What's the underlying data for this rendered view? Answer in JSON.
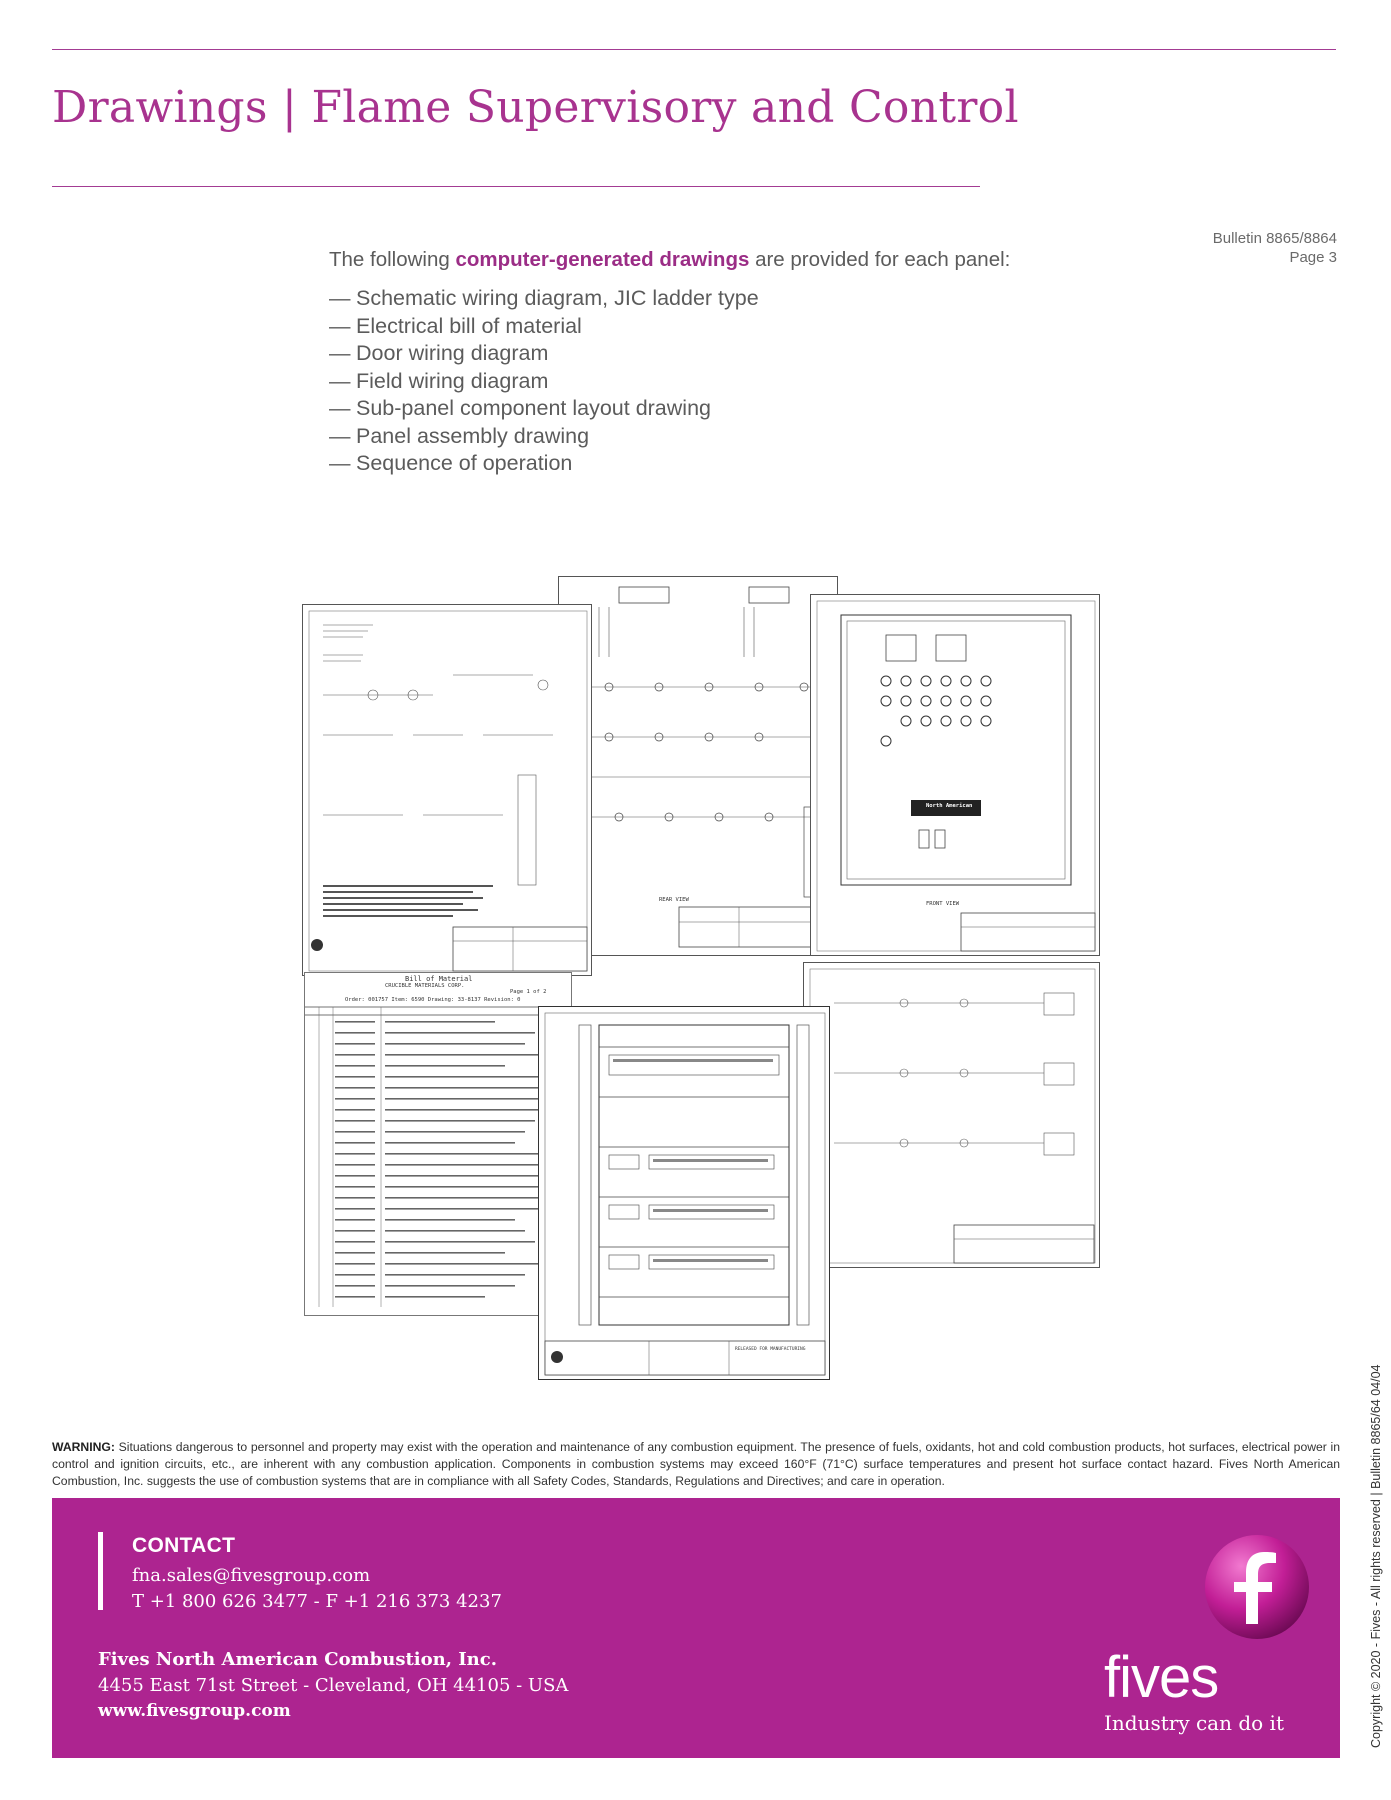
{
  "header": {
    "title": "Drawings | Flame Supervisory and Control",
    "bulletin": "Bulletin 8865/8864",
    "page": "Page 3"
  },
  "intro": {
    "before": "The following ",
    "highlight": "computer-generated drawings",
    "after": " are provided for each panel:"
  },
  "list_marker": "—",
  "list": [
    "Schematic wiring diagram, JIC ladder type",
    "Electrical bill of material",
    "Door wiring diagram",
    "Field wiring diagram",
    "Sub-panel component layout drawing",
    "Panel assembly drawing",
    "Sequence of operation"
  ],
  "drawings_labels": {
    "bom_title": "Bill of Material",
    "bom_company": "CRUCIBLE MATERIALS CORP.",
    "bom_order": "Order: 001757   Item: 6590   Drawing: 33-8137   Revision: 0",
    "bom_page": "Page 1 of 2",
    "front_view": "FRONT VIEW",
    "rear_view": "REAR VIEW",
    "north_american": "North American",
    "released": "RELEASED FOR MANUFACTURING"
  },
  "warning": {
    "label": "WARNING:",
    "text": " Situations dangerous to personnel and property may exist with the operation and maintenance of any combustion equipment. The presence of fuels, oxidants, hot and cold combustion products, hot surfaces, electrical power in control and ignition circuits, etc., are inherent with any combustion application. Components in combustion systems may exceed 160°F (71°C) surface temperatures and present hot surface contact hazard. Fives North American Combustion, Inc. suggests the use of combustion systems that are in compliance with all Safety Codes, Standards, Regulations and Directives; and care in operation."
  },
  "footer": {
    "contact_title": "CONTACT",
    "email": "fna.sales@fivesgroup.com",
    "phone": "T +1 800 626 3477 - F +1 216 373 4237",
    "company": "Fives North American Combustion, Inc.",
    "address": "4455 East 71st Street - Cleveland, OH 44105 - USA",
    "website": "www.fivesgroup.com",
    "logo_word": "fives",
    "tagline": "Industry can do it",
    "brand_color": "#ad2490"
  },
  "side_text": "Copyright © 2020 - Fives - All rights reserved | Bulletin 8865/64 04/04"
}
